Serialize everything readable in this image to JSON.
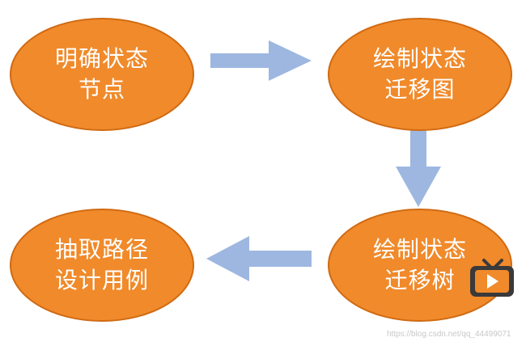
{
  "nodes": {
    "n1": {
      "line1": "明确状态",
      "line2": "节点"
    },
    "n2": {
      "line1": "绘制状态",
      "line2": "迁移图"
    },
    "n3": {
      "line1": "绘制状态",
      "line2": "迁移树"
    },
    "n4": {
      "line1": "抽取路径",
      "line2": "设计用例"
    }
  },
  "colors": {
    "node_fill": "#f08a2b",
    "node_border": "#d06a12",
    "arrow": "#9db7e0",
    "text": "#ffffff"
  },
  "watermark": "https://blog.csdn.net/qq_44499071"
}
